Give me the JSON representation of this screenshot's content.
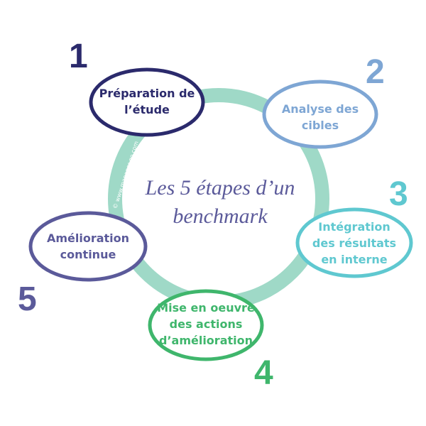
{
  "title_line1": "Les 5 étapes d’un",
  "title_line2": "benchmark",
  "watermark": "© www.manager-go.com",
  "colors": {
    "ring": "#9fd9c7",
    "title": "#5b5a9a",
    "step1": "#2b2a6c",
    "step2": "#7ea6d4",
    "step3": "#5fc8d0",
    "step4": "#3fb66c",
    "step5": "#5b5a9a"
  },
  "steps": [
    {
      "number": "1",
      "line1": "Préparation de",
      "line2": "l’étude",
      "line3": ""
    },
    {
      "number": "2",
      "line1": "Analyse des",
      "line2": "cibles",
      "line3": ""
    },
    {
      "number": "3",
      "line1": "Intégration",
      "line2": "des résultats",
      "line3": "en interne"
    },
    {
      "number": "4",
      "line1": "Mise en oeuvre",
      "line2": "des actions",
      "line3": "d’amélioration"
    },
    {
      "number": "5",
      "line1": "Amélioration",
      "line2": "continue",
      "line3": ""
    }
  ]
}
